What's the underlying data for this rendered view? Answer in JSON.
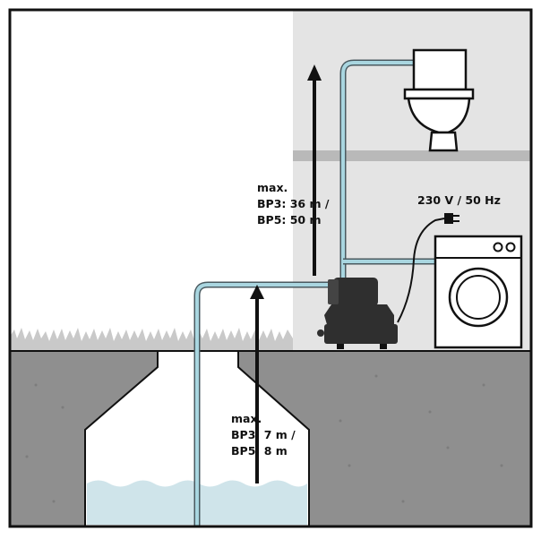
{
  "labels": {
    "max_height": [
      "max.",
      "BP3: 36 m /",
      "BP5: 50 m"
    ],
    "max_suction": [
      "max.",
      "BP3: 7 m /",
      "BP5: 8 m"
    ],
    "power": "230 V / 50 Hz"
  },
  "colors": {
    "outline": "#111111",
    "house_wall": "#e4e4e4",
    "floor_stripe": "#b9b9b9",
    "ground": "#8f8f8f",
    "grass": "#c9c9c9",
    "water": "#cfe4ea",
    "pipe_outer": "#4a5a60",
    "pipe_inner": "#a9d6e0",
    "pump_body": "#2f2f2f"
  },
  "icons": [
    "toilet-icon",
    "washing-machine-icon",
    "pump-icon",
    "power-plug-icon",
    "up-arrow-icon"
  ]
}
